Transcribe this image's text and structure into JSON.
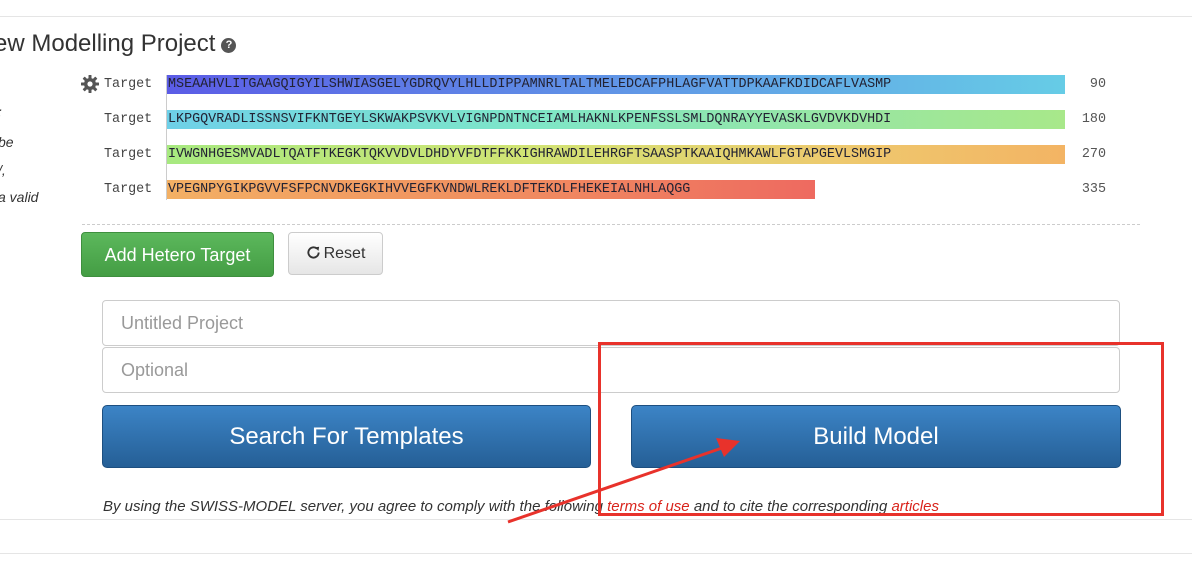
{
  "page": {
    "title": "ew Modelling Project"
  },
  "left_notes": [
    ":",
    "be",
    "/,",
    "a valid"
  ],
  "sequences": [
    {
      "label": "Target",
      "residues": "MSEAAHVLITGAAGQIGYILSHWIASGELYGDRQVYLHLLDIPPAMNRLTALTMELEDCAFPHLAGFVATTDPKAAFKDIDCAFLVASMP",
      "end": "90"
    },
    {
      "label": "Target",
      "residues": "LKPGQVRADLISSNSVIFKNTGEYLSKWAKPSVKVLVIGNPDNTNCEIAMLHAKNLKPENFSSLSMLDQNRAYYEVASKLGVDVKDVHDI",
      "end": "180"
    },
    {
      "label": "Target",
      "residues": "IVWGNHGESMVADLTQATFTKEGKTQKVVDVLDHDYVFDTFFKKIGHRAWDILEHRGFTSAASPTKAAIQHMKAWLFGTAPGEVLSMGIP",
      "end": "270"
    },
    {
      "label": "Target",
      "residues": "VPEGNPYGIKPGVVFSFPCNVDKEGKIHVVEGFKVNDWLREKLDFTEKDLFHEKEIALNHLAQGG",
      "end": "335"
    }
  ],
  "buttons": {
    "add_hetero": "Add Hetero Target",
    "reset": "Reset",
    "search_templates": "Search For Templates",
    "build_model": "Build Model"
  },
  "inputs": {
    "project_title_placeholder": "Untitled Project",
    "email_placeholder": "Optional"
  },
  "footer": {
    "prefix": "By using the SWISS-MODEL server, you agree to comply with the following ",
    "terms_link": "terms of use",
    "middle": " and to cite the corresponding ",
    "articles_link": "articles"
  },
  "colors": {
    "green_button": "#5cb85c",
    "blue_button": "#2e6da4",
    "annotation_red": "#e8322b",
    "link_red": "#d9241c"
  }
}
